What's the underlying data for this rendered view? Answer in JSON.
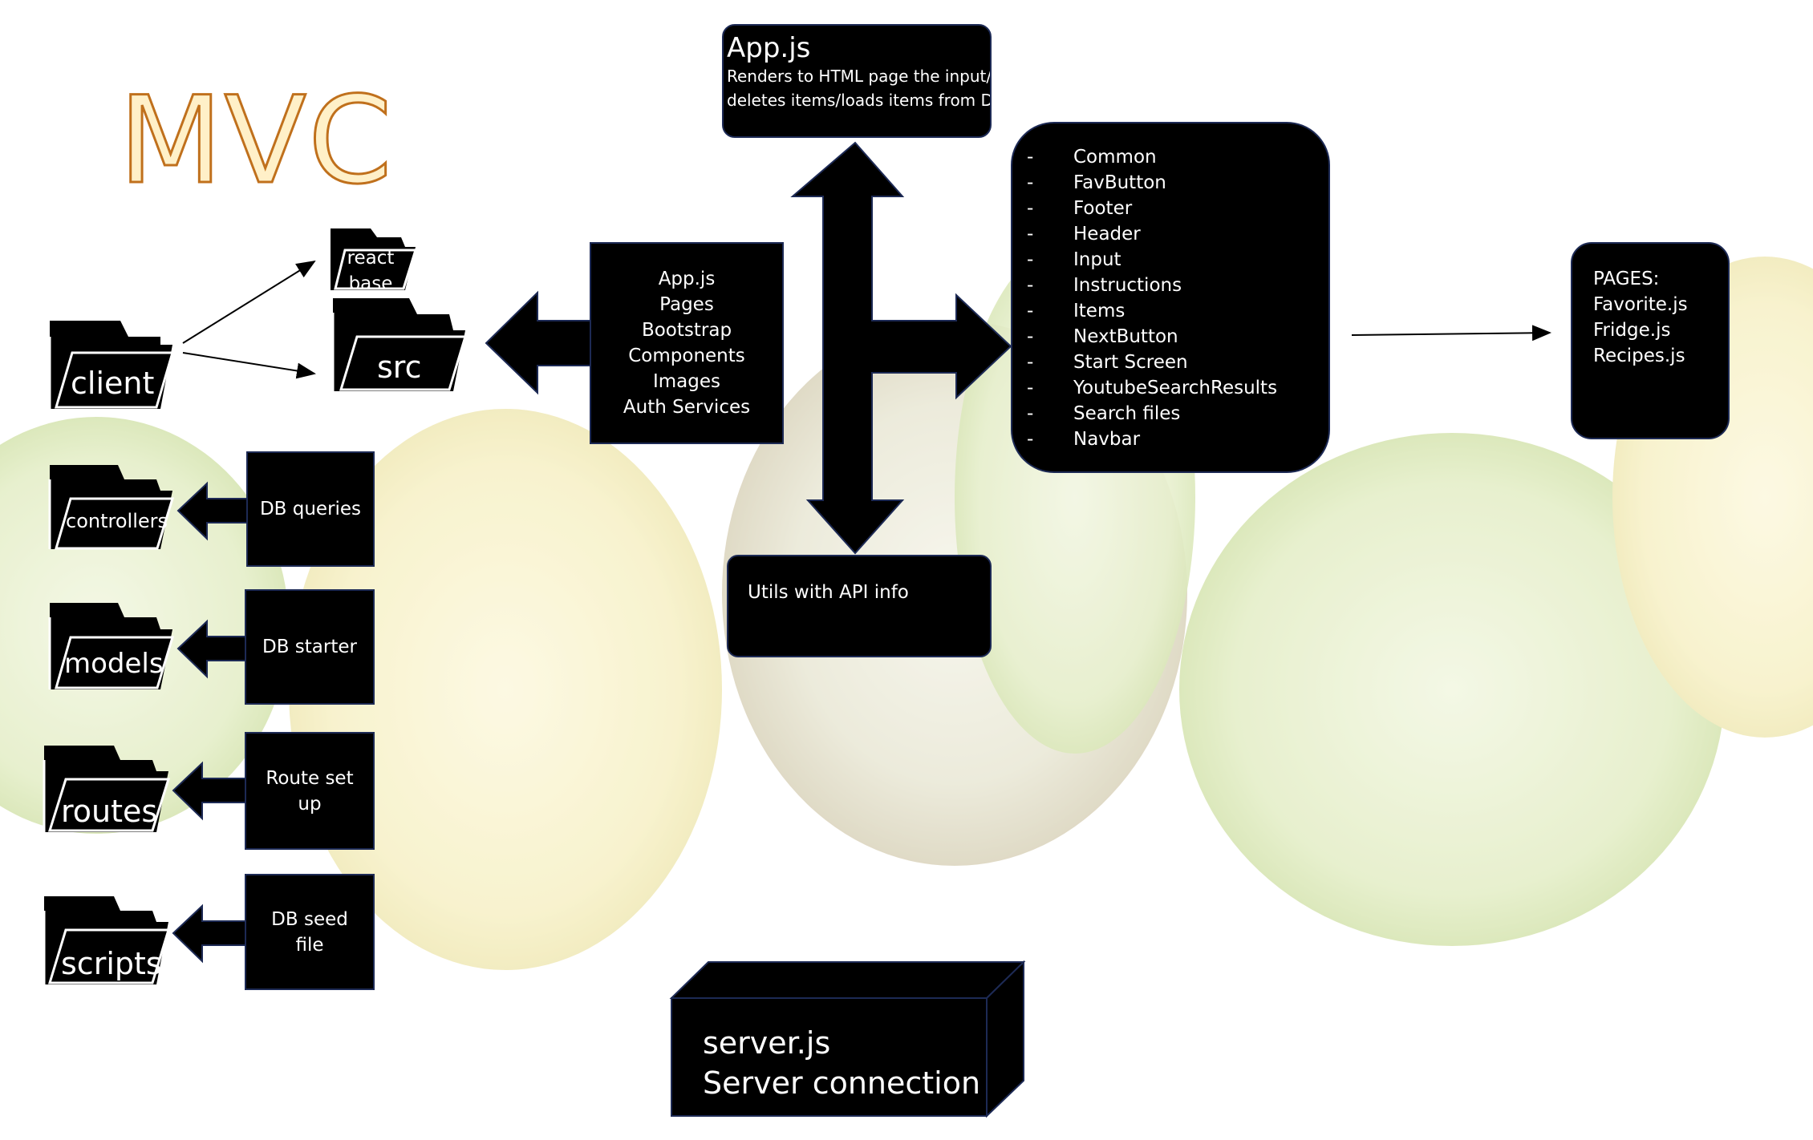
{
  "title": "MVC",
  "folders": {
    "client": "client",
    "react_base": "react\nbase",
    "src": "src",
    "controllers": "controllers",
    "models": "models",
    "routes": "routes",
    "scripts": "scripts"
  },
  "side_boxes": {
    "controllers_box": "DB queries",
    "models_box": "DB starter",
    "routes_box": "Route set\nup",
    "scripts_box": "DB seed\nfile"
  },
  "src_box": {
    "lines": [
      "App.js",
      "Pages",
      "Bootstrap",
      "Components",
      "Images",
      "Auth Services"
    ]
  },
  "app_box": {
    "title": "App.js",
    "line1": "Renders to HTML page the input/",
    "line2": "deletes items/loads items from DB"
  },
  "components_box": {
    "items": [
      "Common",
      "FavButton",
      "Footer",
      "Header",
      "Input",
      "Instructions",
      "Items",
      "NextButton",
      "Start Screen",
      "YoutubeSearchResults",
      "Search files",
      "Navbar"
    ],
    "dash": "-"
  },
  "utils_box": {
    "text": "Utils with API info"
  },
  "pages_box": {
    "lines": [
      "PAGES:",
      "Favorite.js",
      "Fridge.js",
      "Recipes.js"
    ]
  },
  "server_box": {
    "line1": "server.js",
    "line2": "Server connection"
  }
}
